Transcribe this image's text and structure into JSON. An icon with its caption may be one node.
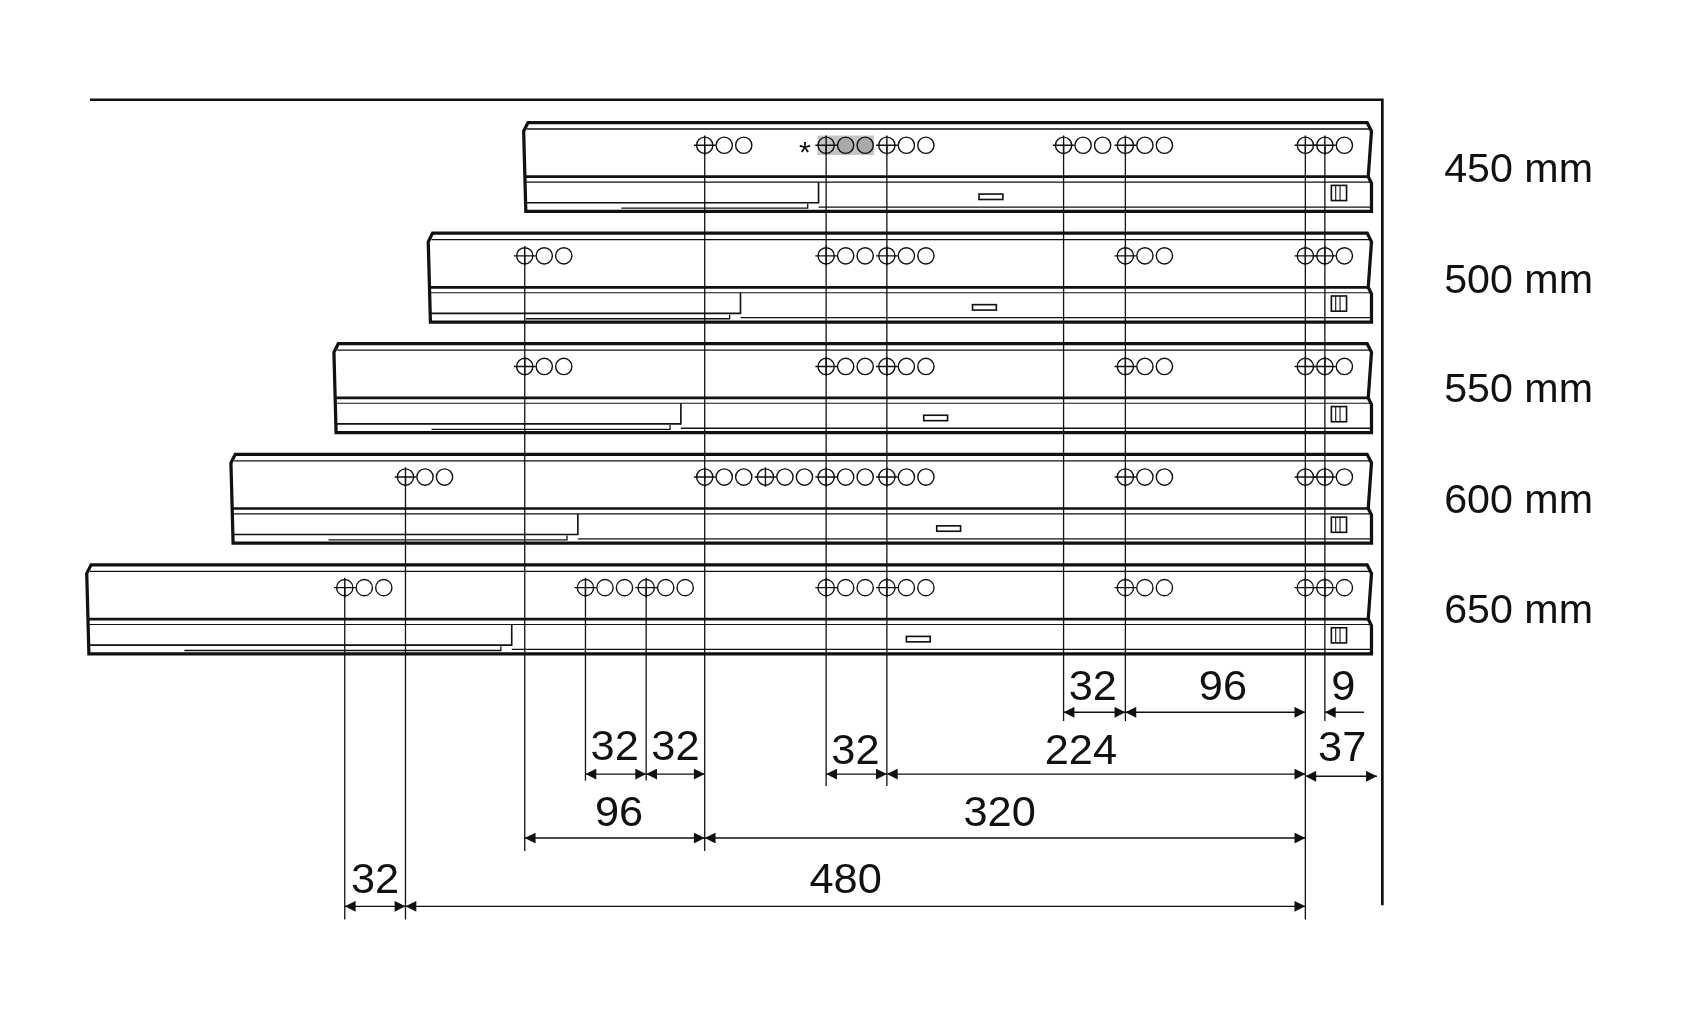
{
  "diagram": {
    "labels": [
      "*",
      "450 mm",
      "500 mm",
      "550 mm",
      "600 mm",
      "650 mm",
      "32",
      "96",
      "9",
      "32",
      "32",
      "32",
      "224",
      "37",
      "96",
      "320",
      "32",
      "480"
    ]
  }
}
